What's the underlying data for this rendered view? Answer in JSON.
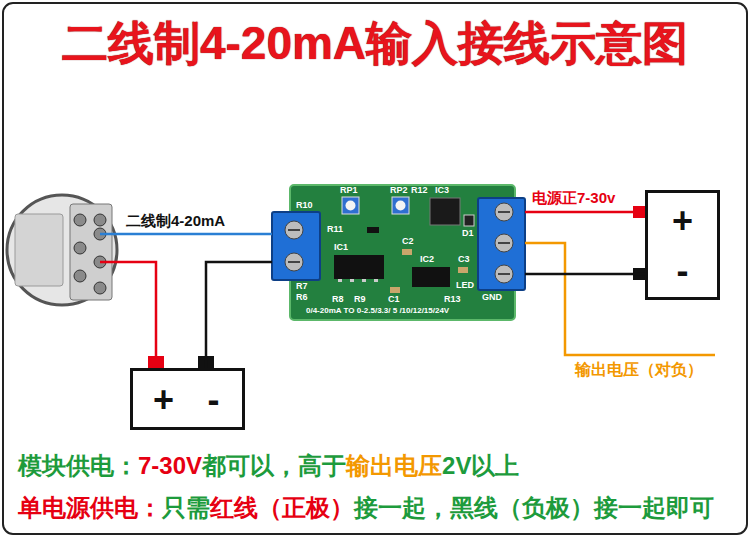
{
  "diagram": {
    "title": "二线制4-20mA输入接线示意图",
    "nodes": [
      {
        "text": [
          "0/4-20mA TO 0-2.5/3.3/ 5 /10/12/15/24V"
        ]
      },
      {
        "text": [
          "+",
          "-"
        ]
      },
      {
        "text": [
          "+",
          "-"
        ]
      }
    ],
    "edges": [
      {
        "from": 0,
        "to": 1,
        "arrow": "none",
        "label": "电源正7-30v"
      },
      {
        "from": 0,
        "to": 1,
        "arrow": "none"
      },
      {
        "from": 2,
        "to": 0,
        "arrow": "none"
      }
    ],
    "labels": [
      "二线制4-20mA",
      "输出电压（对负）",
      "RP1",
      "RP2",
      "R12",
      "IC3",
      "R10",
      "D1",
      "R11",
      "IC1",
      "C2",
      "IC2",
      "C3",
      "R7",
      "R6",
      "R8",
      "R9",
      "C1",
      "LED",
      "R13",
      "GND",
      "模块供电：",
      "7-30V",
      "都可以，高于",
      "输出电压",
      "2V以上",
      "单电源供电：",
      "只需",
      "红线（正极）",
      "接一起，黑线（负极）接一起即可"
    ]
  }
}
